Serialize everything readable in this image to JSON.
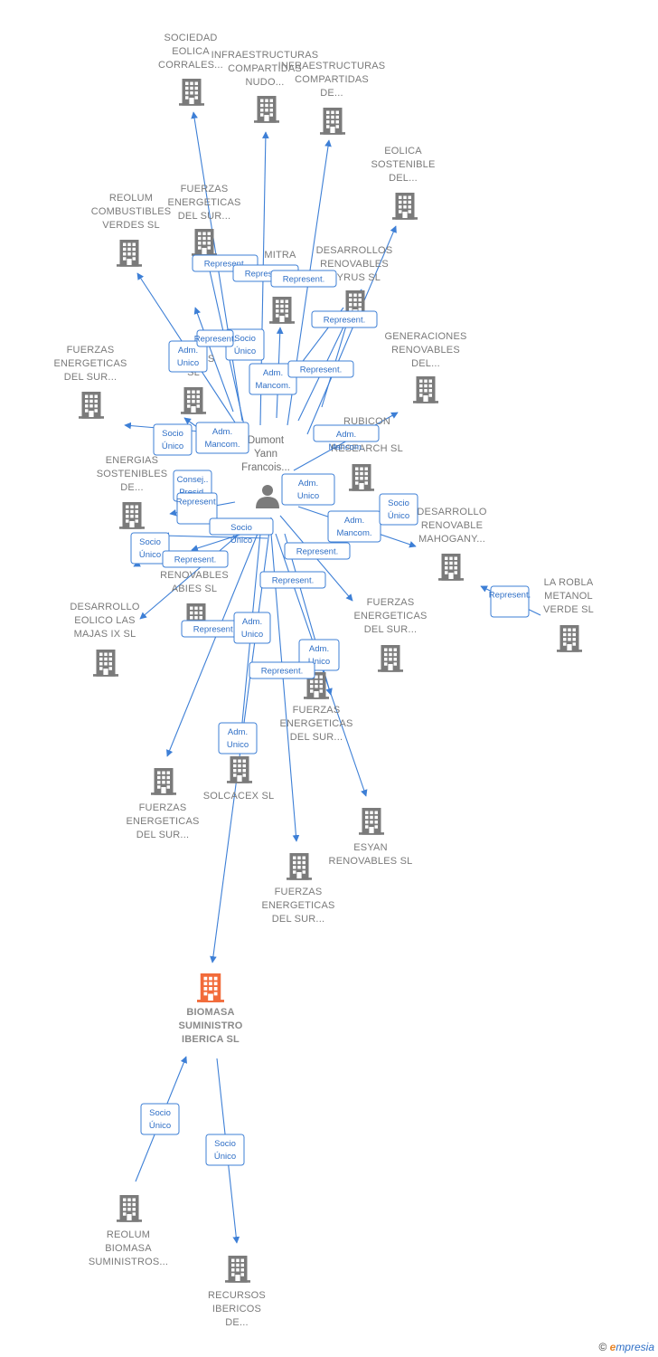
{
  "center_person": {
    "lines": [
      "Dumont",
      "Yann",
      "Francois..."
    ]
  },
  "target_company": {
    "lines": [
      "BIOMASA",
      "SUMINISTRO",
      "IBERICA  SL"
    ]
  },
  "companies": [
    {
      "id": "c1",
      "lines": [
        "SOCIEDAD",
        "EOLICA",
        "CORRALES..."
      ]
    },
    {
      "id": "c2",
      "lines": [
        "INFRAESTRUCTURAS",
        "COMPARTIDAS",
        "NUDO..."
      ]
    },
    {
      "id": "c3",
      "lines": [
        "INFRAESTRUCTURAS",
        "COMPARTIDAS",
        "DE..."
      ]
    },
    {
      "id": "c4",
      "lines": [
        "EOLICA",
        "SOSTENIBLE",
        "DEL..."
      ]
    },
    {
      "id": "c5",
      "lines": [
        "REOLUM",
        "COMBUSTIBLES",
        "VERDES  SL"
      ]
    },
    {
      "id": "c6",
      "lines": [
        "FUERZAS",
        "ENERGETICAS",
        "DEL SUR..."
      ]
    },
    {
      "id": "c7",
      "lines": [
        "MITRA",
        "RENO..."
      ]
    },
    {
      "id": "c8",
      "lines": [
        "DESARROLLOS",
        "RENOVABLES",
        "...YRUS  SL"
      ]
    },
    {
      "id": "c9",
      "lines": [
        "GENERACIONES",
        "RENOVABLES",
        "DEL..."
      ]
    },
    {
      "id": "c10",
      "lines": [
        "FUERZAS",
        "ENERGETICAS",
        "DEL SUR..."
      ]
    },
    {
      "id": "c11",
      "lines": [
        "RE...LES",
        "SL"
      ]
    },
    {
      "id": "c12",
      "lines": [
        "RUBICON",
        "...LE",
        "RESEARCH  SL"
      ]
    },
    {
      "id": "c13",
      "lines": [
        "ENERGIAS",
        "SOSTENIBLES",
        "DE..."
      ]
    },
    {
      "id": "c14",
      "lines": [
        "DESARROLLO",
        "RENOVABLE",
        "MAHOGANY..."
      ]
    },
    {
      "id": "c15",
      "lines": [
        "LA ROBLA",
        "METANOL",
        "VERDE  SL"
      ]
    },
    {
      "id": "c16",
      "lines": [
        "...S",
        "RENOVABLES",
        "ABIES  SL"
      ]
    },
    {
      "id": "c17",
      "lines": [
        "DESARROLLO",
        "EOLICO LAS",
        "MAJAS IX  SL"
      ]
    },
    {
      "id": "c18",
      "lines": [
        "FUERZAS",
        "ENERGETICAS",
        "DEL SUR..."
      ]
    },
    {
      "id": "c19",
      "lines": [
        "FUERZAS",
        "ENERGETICAS",
        "DEL SUR..."
      ]
    },
    {
      "id": "c20",
      "lines": [
        "FUERZAS",
        "ENERGETICAS",
        "DEL SUR..."
      ]
    },
    {
      "id": "c21",
      "lines": [
        "SOLCACEX  SL"
      ]
    },
    {
      "id": "c22",
      "lines": [
        "ESYAN",
        "RENOVABLES SL"
      ]
    },
    {
      "id": "c23",
      "lines": [
        "FUERZAS",
        "ENERGETICAS",
        "DEL SUR..."
      ]
    },
    {
      "id": "c24",
      "lines": [
        "REOLUM",
        "BIOMASA",
        "SUMINISTROS..."
      ]
    },
    {
      "id": "c25",
      "lines": [
        "RECURSOS",
        "IBERICOS",
        "DE..."
      ]
    }
  ],
  "relations": [
    {
      "id": "r1",
      "lines": [
        "Represent."
      ]
    },
    {
      "id": "r2",
      "lines": [
        "Represent."
      ]
    },
    {
      "id": "r3",
      "lines": [
        "Represent."
      ]
    },
    {
      "id": "r4",
      "lines": [
        "Represent."
      ]
    },
    {
      "id": "r5",
      "lines": [
        "Socio",
        "Único"
      ]
    },
    {
      "id": "r6",
      "lines": [
        "Adm.",
        "Unico"
      ]
    },
    {
      "id": "r7",
      "lines": [
        "Adm.",
        "Mancom."
      ]
    },
    {
      "id": "r8",
      "lines": [
        "Represent."
      ]
    },
    {
      "id": "r9",
      "lines": [
        "Represent."
      ]
    },
    {
      "id": "r10",
      "lines": [
        "Socio",
        "Único"
      ]
    },
    {
      "id": "r11",
      "lines": [
        "Adm.",
        "Mancom."
      ]
    },
    {
      "id": "r12",
      "lines": [
        "Adm.",
        "Mancom."
      ]
    },
    {
      "id": "r13",
      "lines": [
        "Adm.",
        "Unico"
      ]
    },
    {
      "id": "r14",
      "lines": [
        "Consej..",
        "Presid."
      ]
    },
    {
      "id": "r15",
      "lines": [
        "Represent."
      ]
    },
    {
      "id": "r16",
      "lines": [
        "Socio",
        "Único"
      ]
    },
    {
      "id": "r17",
      "lines": [
        "Adm.",
        "Mancom."
      ]
    },
    {
      "id": "r18",
      "lines": [
        "Socio",
        "Único"
      ]
    },
    {
      "id": "r19",
      "lines": [
        "Represent."
      ]
    },
    {
      "id": "r20",
      "lines": [
        "Socio",
        "Único"
      ]
    },
    {
      "id": "r21",
      "lines": [
        "Represent."
      ]
    },
    {
      "id": "r22",
      "lines": [
        "Represent."
      ]
    },
    {
      "id": "r23",
      "lines": [
        "Represent."
      ]
    },
    {
      "id": "r24",
      "lines": [
        "Adm.",
        "Unico"
      ]
    },
    {
      "id": "r25",
      "lines": [
        "Adm.",
        "Unico"
      ]
    },
    {
      "id": "r26",
      "lines": [
        "Represent."
      ]
    },
    {
      "id": "r27",
      "lines": [
        "Adm.",
        "Unico"
      ]
    },
    {
      "id": "r28",
      "lines": [
        "Socio",
        "Único"
      ]
    },
    {
      "id": "r29",
      "lines": [
        "Socio",
        "Único"
      ]
    },
    {
      "id": "r30",
      "lines": [
        "Represent."
      ]
    }
  ],
  "footer": {
    "copyright": "©",
    "brand_initial": "e",
    "brand_rest": "mpresia"
  },
  "colors": {
    "edge": "#3d7fd6",
    "building": "#7b7b7b",
    "target_building": "#f26b3a",
    "label": "#7a7a7a"
  }
}
